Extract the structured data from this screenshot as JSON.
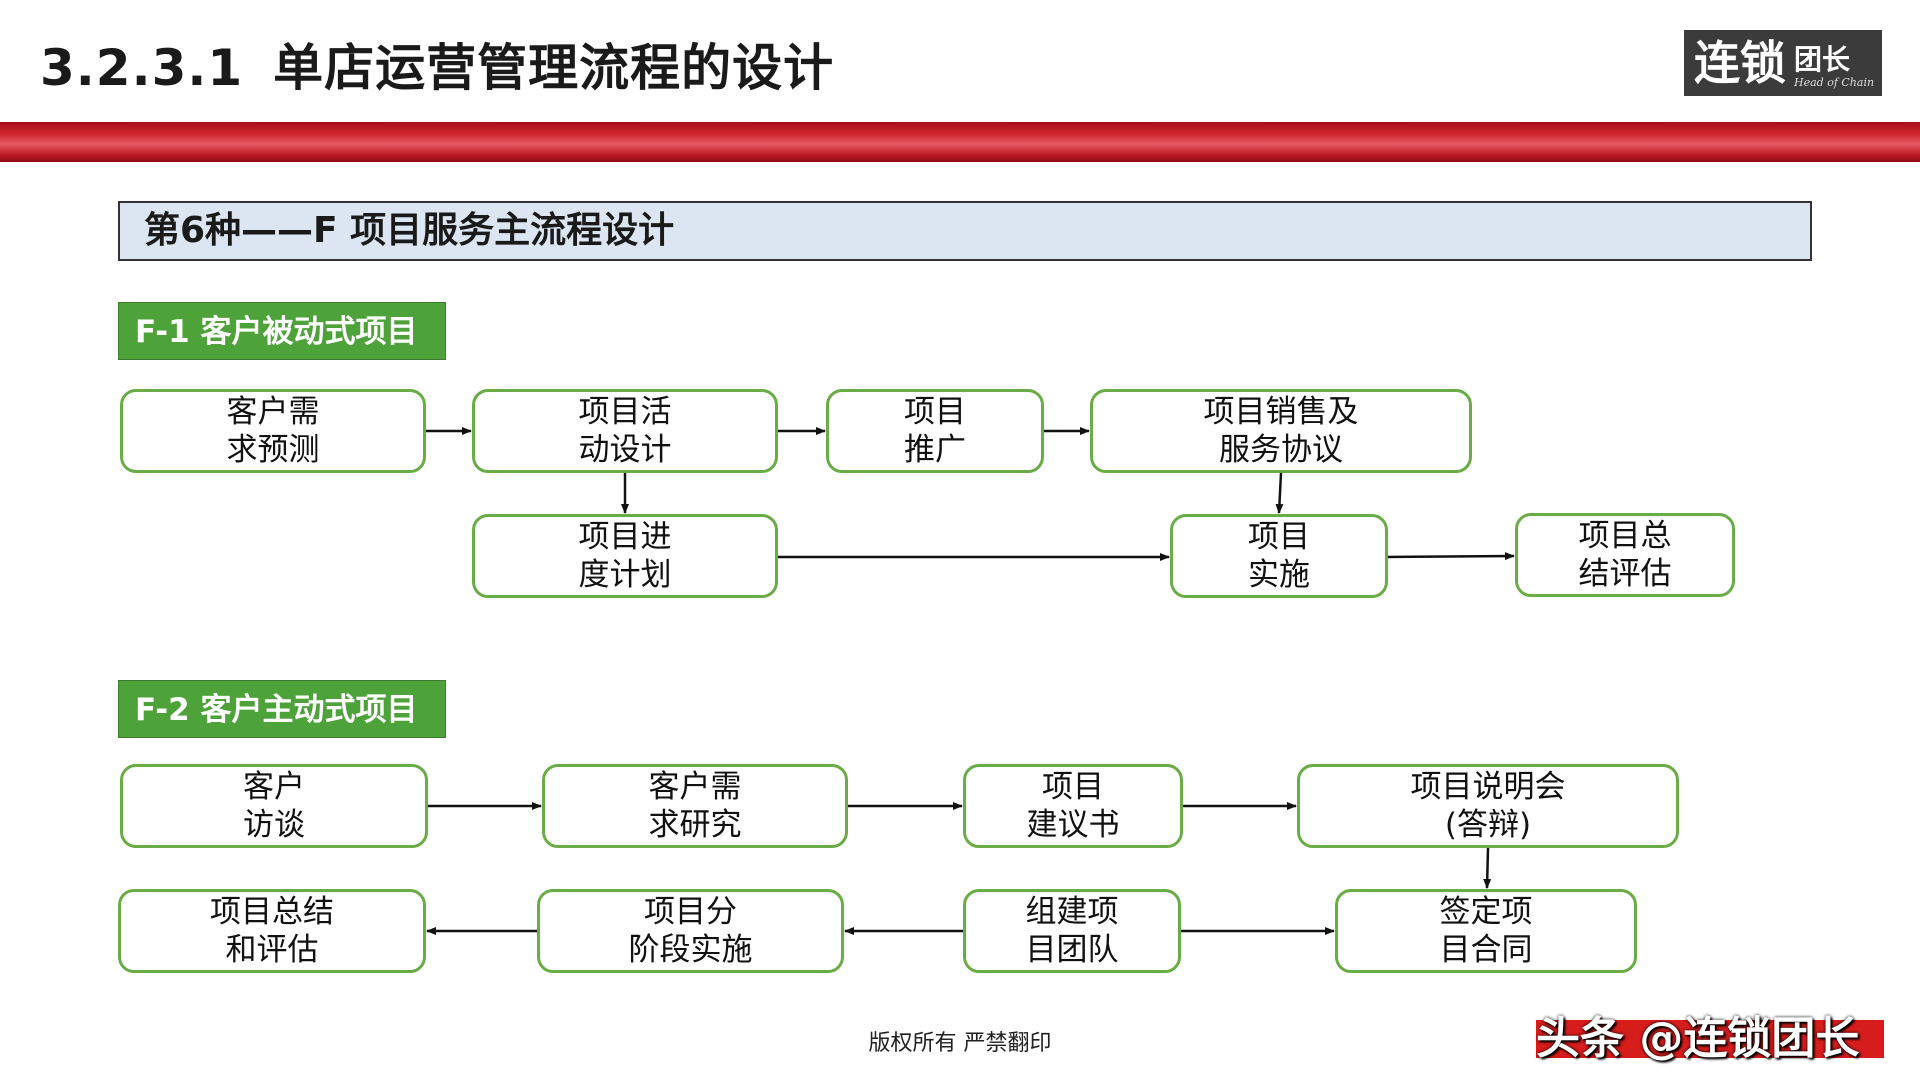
{
  "header": {
    "section_number": "3.2.3.1",
    "title": "单店运营管理流程的设计"
  },
  "logo": {
    "main": "连锁",
    "small": "团长",
    "subtitle": "Head of Chain"
  },
  "section_title": "第6种——F 项目服务主流程设计",
  "f1": {
    "heading": "F-1 客户被动式项目",
    "boxes": [
      {
        "l1": "客户需",
        "l2": "求预测"
      },
      {
        "l1": "项目活",
        "l2": "动设计"
      },
      {
        "l1": "项目",
        "l2": "推广"
      },
      {
        "l1": "项目销售及",
        "l2": "服务协议"
      },
      {
        "l1": "项目进",
        "l2": "度计划"
      },
      {
        "l1": "项目",
        "l2": "实施"
      },
      {
        "l1": "项目总",
        "l2": "结评估"
      }
    ]
  },
  "f2": {
    "heading": "F-2 客户主动式项目",
    "boxes": [
      {
        "l1": "客户",
        "l2": "访谈"
      },
      {
        "l1": "客户需",
        "l2": "求研究"
      },
      {
        "l1": "项目",
        "l2": "建议书"
      },
      {
        "l1": "项目说明会",
        "l2": "(答辩)"
      },
      {
        "l1": "项目总结",
        "l2": "和评估"
      },
      {
        "l1": "项目分",
        "l2": "阶段实施"
      },
      {
        "l1": "组建项",
        "l2": "目团队"
      },
      {
        "l1": "签定项",
        "l2": "目合同"
      }
    ]
  },
  "footer": "版权所有  严禁翻印",
  "watermark": "头条 @连锁团长",
  "colors": {
    "box_border": "#6aac46",
    "subhead_bg": "#4ea23a",
    "section_bg": "#dce6f2",
    "band_red": "#d32630"
  }
}
